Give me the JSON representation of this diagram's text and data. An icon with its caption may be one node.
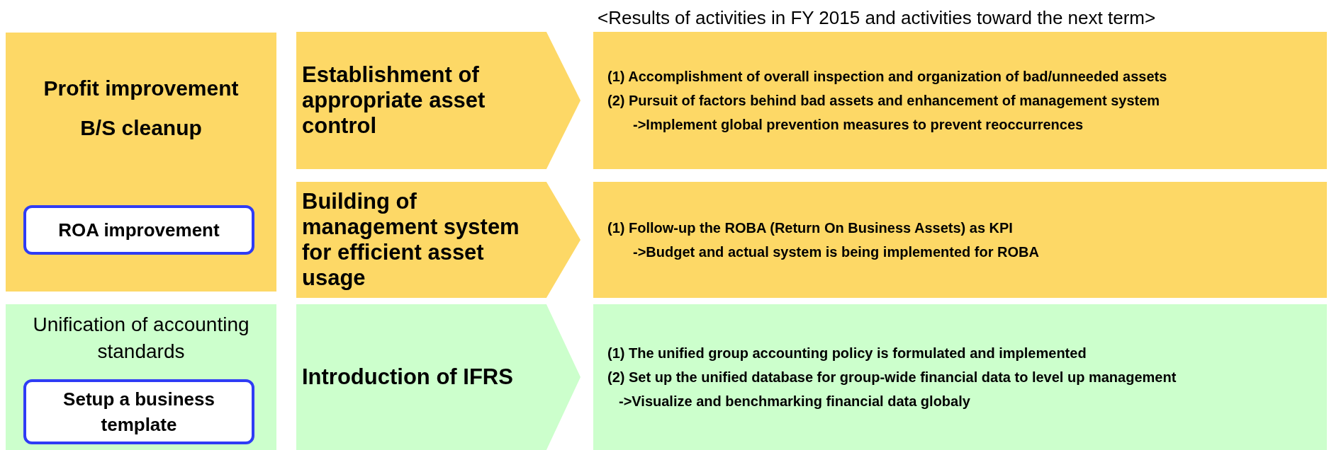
{
  "diagram": {
    "title": "<Results of activities in FY 2015 and activities toward the next term>",
    "nodes": [
      {
        "text": [
          "Profit improvement",
          "B/S cleanup"
        ]
      },
      {
        "text": [
          "ROA improvement"
        ],
        "in": 0
      },
      {
        "text": [
          "Unification of accounting standards"
        ]
      },
      {
        "text": [
          "Setup a business template"
        ],
        "in": 2
      },
      {
        "text": [
          "Establishment of appropriate asset control"
        ]
      },
      {
        "text": [
          "(1) Accomplishment of overall inspection and organization of bad/unneeded assets",
          "(2) Pursuit of factors behind bad assets and enhancement of management system",
          "->Implement global prevention measures to prevent reoccurrences"
        ]
      },
      {
        "text": [
          "Building of management system for efficient asset usage"
        ]
      },
      {
        "text": [
          "(1) Follow-up the ROBA (Return On Business Assets) as KPI",
          "->Budget and actual system is being implemented for ROBA"
        ]
      },
      {
        "text": [
          "Introduction of IFRS"
        ]
      },
      {
        "text": [
          "(1) The unified group accounting policy is formulated and implemented",
          "(2) Set up the unified database for group-wide financial data to level up management",
          "->Visualize and benchmarking financial data globaly"
        ]
      }
    ],
    "edges": []
  }
}
